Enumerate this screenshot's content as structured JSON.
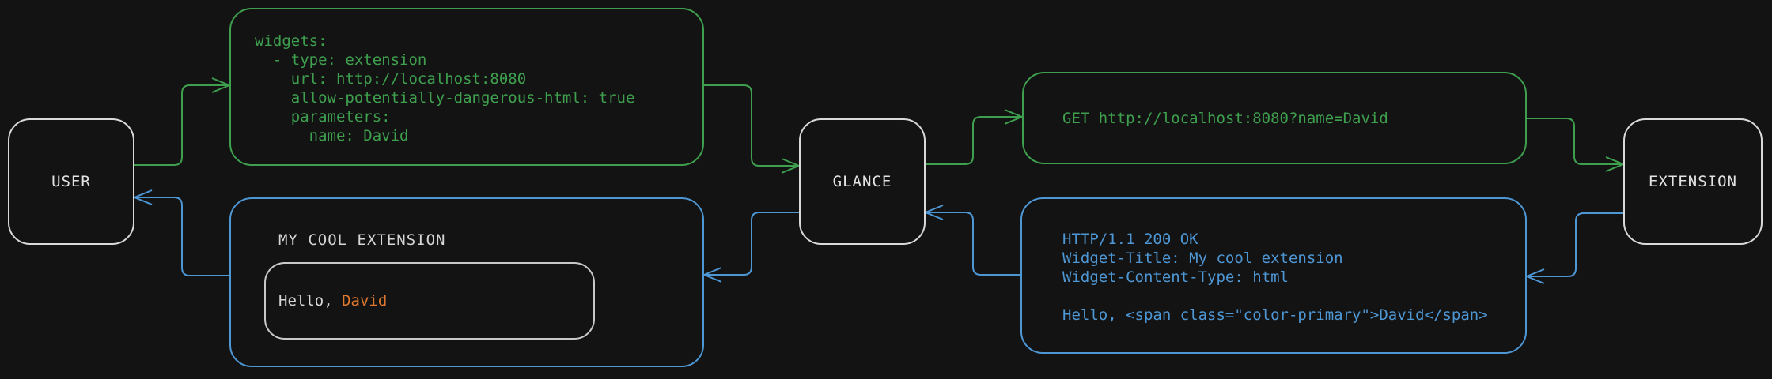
{
  "diagram": {
    "background": "#131313",
    "colors": {
      "request_flow_green": "#3ea04e",
      "response_flow_blue": "#4e97d5",
      "name_accent_orange": "#e1782e",
      "node_border": "#d9d9d9",
      "node_text": "#e3e3e3"
    },
    "nodes": [
      {
        "id": "user",
        "label": "USER"
      },
      {
        "id": "glance",
        "label": "GLANCE"
      },
      {
        "id": "extension",
        "label": "EXTENSION"
      }
    ],
    "config_box": {
      "language": "yaml",
      "code": "widgets:\n  - type: extension\n    url: http://localhost:8080\n    allow-potentially-dangerous-html: true\n    parameters:\n      name: David"
    },
    "request_box": {
      "code": "GET http://localhost:8080?name=David"
    },
    "response_box": {
      "code": "HTTP/1.1 200 OK\nWidget-Title: My cool extension\nWidget-Content-Type: html\n\nHello, <span class=\"color-primary\">David</span>"
    },
    "widget_box": {
      "title": "MY COOL EXTENSION",
      "greeting_prefix": "Hello, ",
      "greeting_name": "David"
    }
  }
}
